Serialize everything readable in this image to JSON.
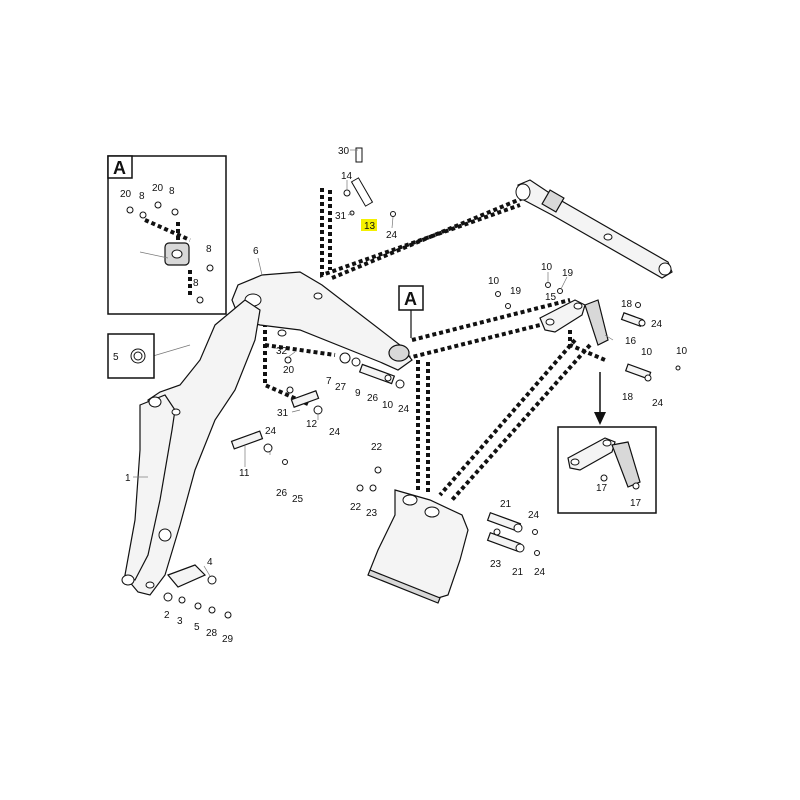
{
  "callout_letter": "A",
  "part_labels": {
    "p1": "1",
    "p2": "2",
    "p3": "3",
    "p4": "4",
    "p5a": "5",
    "p5b": "5",
    "p6": "6",
    "p7": "7",
    "p8a": "8",
    "p8b": "8",
    "p8c": "8",
    "p8d": "8",
    "p9": "9",
    "p10a": "10",
    "p10b": "10",
    "p10c": "10",
    "p10d": "10",
    "p11": "11",
    "p12": "12",
    "p13": "13",
    "p14": "14",
    "p15": "15",
    "p16": "16",
    "p17a": "17",
    "p17b": "17",
    "p18a": "18",
    "p18b": "18",
    "p19a": "19",
    "p19b": "19",
    "p20a": "20",
    "p20b": "20",
    "p20c": "20",
    "p21a": "21",
    "p21b": "21",
    "p22a": "22",
    "p22b": "22",
    "p23a": "23",
    "p23b": "23",
    "p24a": "24",
    "p24b": "24",
    "p24c": "24",
    "p24d": "24",
    "p24e": "24",
    "p24f": "24",
    "p24g": "24",
    "p25": "25",
    "p26a": "26",
    "p26b": "26",
    "p27": "27",
    "p28": "28",
    "p29": "29",
    "p30": "30",
    "p31a": "31",
    "p31b": "31",
    "p32": "32"
  },
  "highlight_color": "#f4f000"
}
